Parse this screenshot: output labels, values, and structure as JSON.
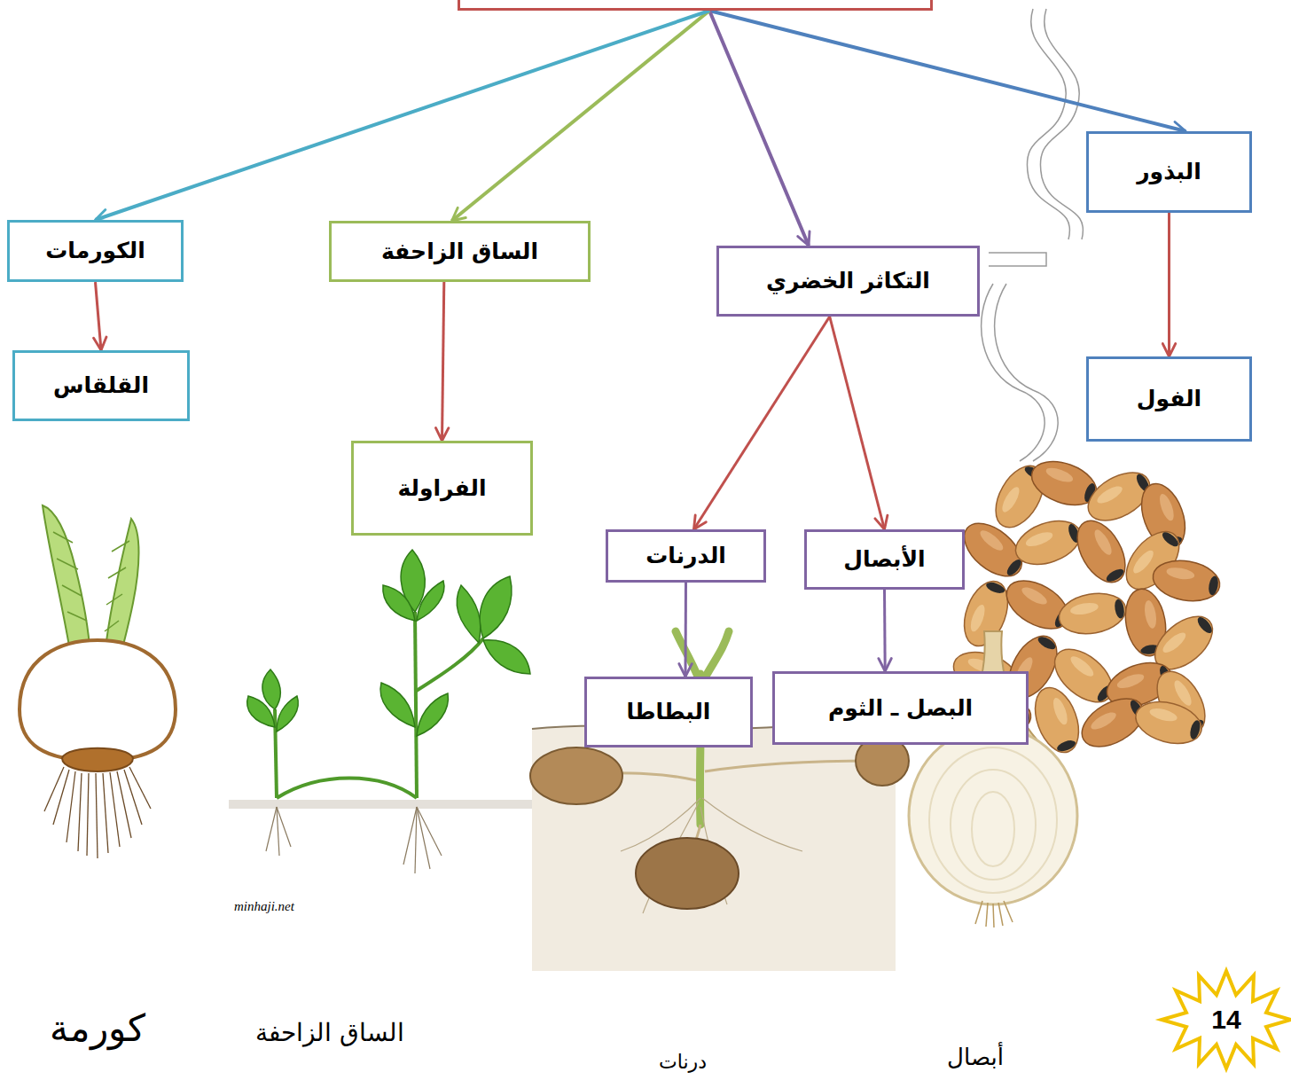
{
  "diagram": {
    "nodes": [
      {
        "text": []
      },
      {
        "text": [
          "البذور"
        ]
      },
      {
        "text": [
          "التكاثر الخضري"
        ]
      },
      {
        "text": [
          "الساق الزاحفة"
        ]
      },
      {
        "text": [
          "الكورمات"
        ]
      },
      {
        "text": [
          "الفول"
        ]
      },
      {
        "text": [
          "الأبصال"
        ]
      },
      {
        "text": [
          "الدرنات"
        ]
      },
      {
        "text": [
          "الفراولة"
        ]
      },
      {
        "text": [
          "القلقاس"
        ]
      },
      {
        "text": [
          "البصل ـ الثوم"
        ]
      },
      {
        "text": [
          "البطاطا"
        ]
      }
    ],
    "edges": [
      {
        "from": 0,
        "to": 1,
        "arrow": "to"
      },
      {
        "from": 0,
        "to": 2,
        "arrow": "to"
      },
      {
        "from": 0,
        "to": 3,
        "arrow": "to"
      },
      {
        "from": 0,
        "to": 4,
        "arrow": "to"
      },
      {
        "from": 1,
        "to": 5,
        "arrow": "to"
      },
      {
        "from": 2,
        "to": 6,
        "arrow": "to"
      },
      {
        "from": 2,
        "to": 7,
        "arrow": "to"
      },
      {
        "from": 3,
        "to": 8,
        "arrow": "to"
      },
      {
        "from": 4,
        "to": 9,
        "arrow": "to"
      },
      {
        "from": 6,
        "to": 10,
        "arrow": "to"
      },
      {
        "from": 7,
        "to": 11,
        "arrow": "to"
      }
    ],
    "labels": [
      "كورمة",
      "minhaji.net",
      "الساق الزاحفة",
      "درنات",
      "أبصال",
      "14"
    ]
  }
}
